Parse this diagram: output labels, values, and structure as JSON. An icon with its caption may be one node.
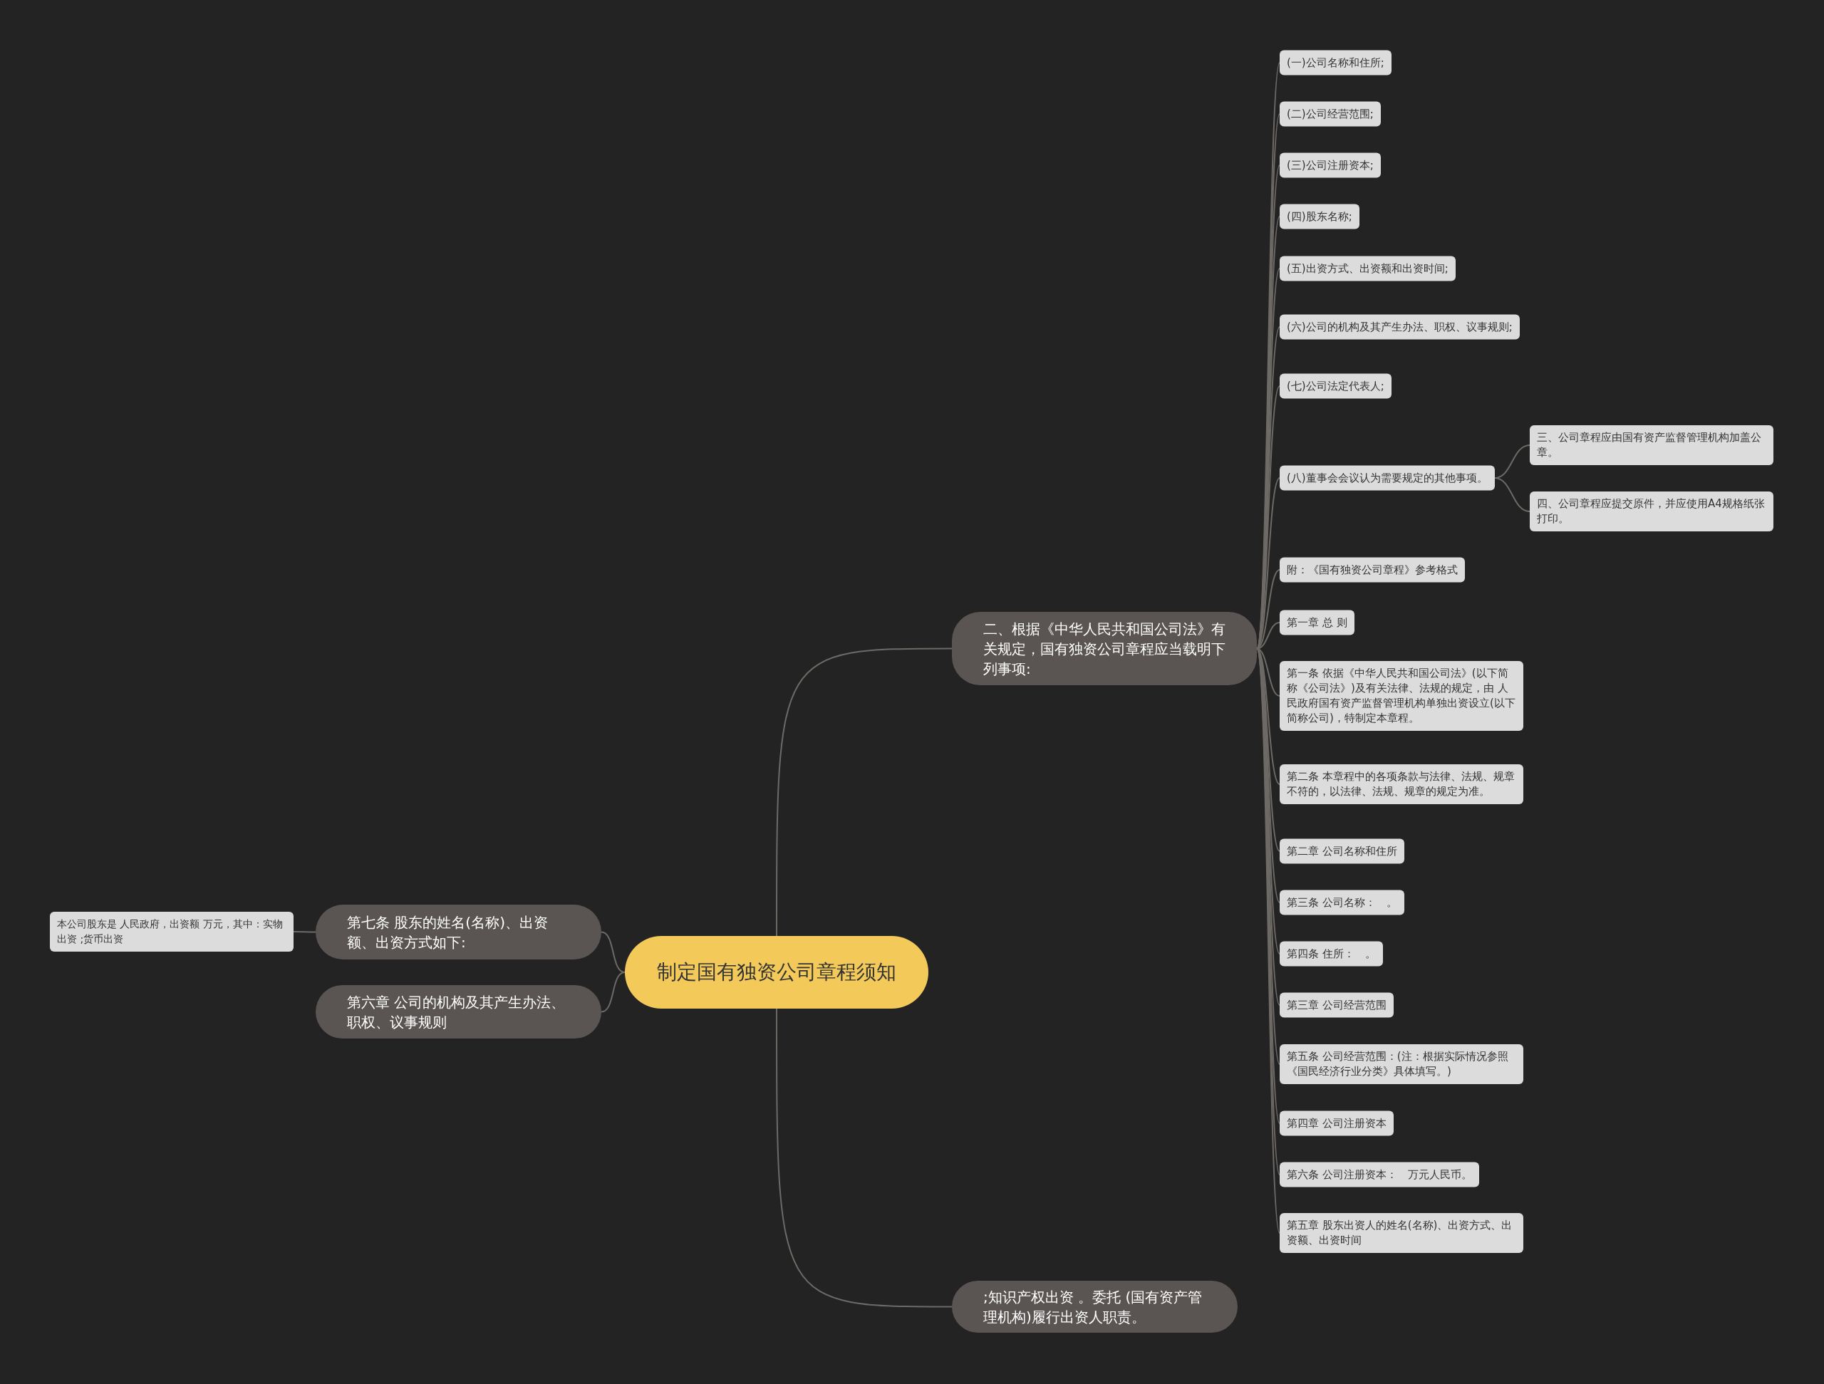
{
  "diagram": {
    "nodes": [
      {
        "text": [
          "制定国有独资公司章程须知"
        ]
      },
      {
        "text": [
          "二、根据《中华人民共和国公司法》有关规定，国有独资公司章程应当载明下列事项:"
        ]
      },
      {
        "text": [
          "(一)公司名称和住所;"
        ]
      },
      {
        "text": [
          "(二)公司经营范围;"
        ]
      },
      {
        "text": [
          "(三)公司注册资本;"
        ]
      },
      {
        "text": [
          "(四)股东名称;"
        ]
      },
      {
        "text": [
          "(五)出资方式、出资额和出资时间;"
        ]
      },
      {
        "text": [
          "(六)公司的机构及其产生办法、职权、议事规则;"
        ]
      },
      {
        "text": [
          "(七)公司法定代表人;"
        ]
      },
      {
        "text": [
          "(八)董事会会议认为需要规定的其他事项。"
        ]
      },
      {
        "text": [
          "三、公司章程应由国有资产监督管理机构加盖公章。"
        ]
      },
      {
        "text": [
          "四、公司章程应提交原件，并应使用A4规格纸张打印。"
        ]
      },
      {
        "text": [
          "附：《国有独资公司章程》参考格式"
        ]
      },
      {
        "text": [
          "第一章 总 则"
        ]
      },
      {
        "text": [
          "第一条 依据《中华人民共和国公司法》(以下简称《公司法》)及有关法律、法规的规定，由 人民政府国有资产监督管理机构单独出资设立(以下简称公司)，特制定本章程。"
        ]
      },
      {
        "text": [
          "第二条 本章程中的各项条款与法律、法规、规章不符的，以法律、法规、规章的规定为准。"
        ]
      },
      {
        "text": [
          "第二章 公司名称和住所"
        ]
      },
      {
        "text": [
          "第三条 公司名称：　。"
        ]
      },
      {
        "text": [
          "第四条 住所：　。"
        ]
      },
      {
        "text": [
          "第三章 公司经营范围"
        ]
      },
      {
        "text": [
          "第五条 公司经营范围：(注：根据实际情况参照《国民经济行业分类》具体填写。)"
        ]
      },
      {
        "text": [
          "第四章 公司注册资本"
        ]
      },
      {
        "text": [
          "第六条 公司注册资本：　万元人民币。"
        ]
      },
      {
        "text": [
          "第五章 股东出资人的姓名(名称)、出资方式、出资额、出资时间"
        ]
      },
      {
        "text": [
          ";知识产权出资 。委托 (国有资产管理机构)履行出资人职责。"
        ]
      },
      {
        "text": [
          "第七条 股东的姓名(名称)、出资额、出资方式如下:"
        ]
      },
      {
        "text": [
          "本公司股东是 人民政府，出资额 万元，其中：实物出资 ;货币出资"
        ]
      },
      {
        "text": [
          "第六章 公司的机构及其产生办法、职权、议事规则"
        ]
      }
    ],
    "edges": [
      {
        "from": 0,
        "to": 1,
        "arrow": "none"
      },
      {
        "from": 1,
        "to": 2,
        "arrow": "none"
      },
      {
        "from": 1,
        "to": 3,
        "arrow": "none"
      },
      {
        "from": 1,
        "to": 4,
        "arrow": "none"
      },
      {
        "from": 1,
        "to": 5,
        "arrow": "none"
      },
      {
        "from": 1,
        "to": 6,
        "arrow": "none"
      },
      {
        "from": 1,
        "to": 7,
        "arrow": "none"
      },
      {
        "from": 1,
        "to": 8,
        "arrow": "none"
      },
      {
        "from": 1,
        "to": 9,
        "arrow": "none"
      },
      {
        "from": 9,
        "to": 10,
        "arrow": "none"
      },
      {
        "from": 9,
        "to": 11,
        "arrow": "none"
      },
      {
        "from": 1,
        "to": 12,
        "arrow": "none"
      },
      {
        "from": 1,
        "to": 13,
        "arrow": "none"
      },
      {
        "from": 1,
        "to": 14,
        "arrow": "none"
      },
      {
        "from": 1,
        "to": 15,
        "arrow": "none"
      },
      {
        "from": 1,
        "to": 16,
        "arrow": "none"
      },
      {
        "from": 1,
        "to": 17,
        "arrow": "none"
      },
      {
        "from": 1,
        "to": 18,
        "arrow": "none"
      },
      {
        "from": 1,
        "to": 19,
        "arrow": "none"
      },
      {
        "from": 1,
        "to": 20,
        "arrow": "none"
      },
      {
        "from": 1,
        "to": 21,
        "arrow": "none"
      },
      {
        "from": 1,
        "to": 22,
        "arrow": "none"
      },
      {
        "from": 1,
        "to": 23,
        "arrow": "none"
      },
      {
        "from": 0,
        "to": 24,
        "arrow": "none"
      },
      {
        "from": 0,
        "to": 25,
        "arrow": "none"
      },
      {
        "from": 25,
        "to": 26,
        "arrow": "none"
      },
      {
        "from": 0,
        "to": 27,
        "arrow": "none"
      }
    ]
  }
}
